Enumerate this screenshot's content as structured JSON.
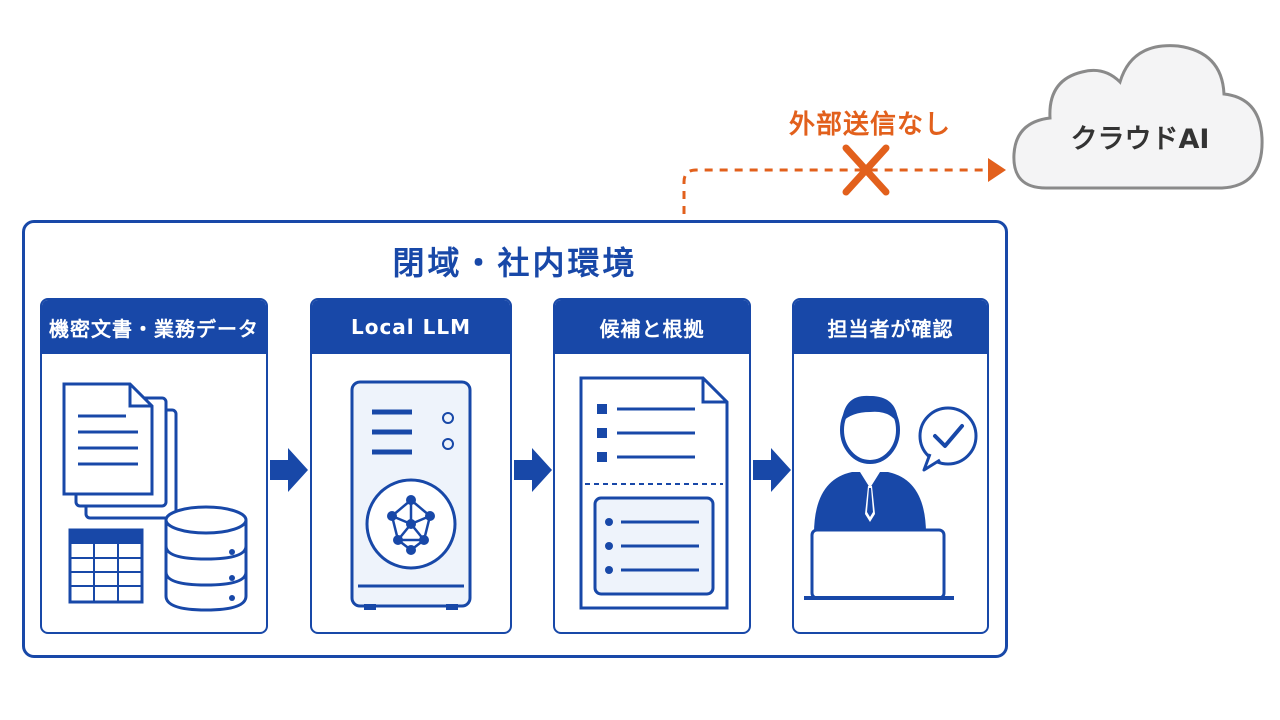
{
  "zone": {
    "title": "閉域・社内環境"
  },
  "steps": [
    {
      "title": "機密文書・業務データ"
    },
    {
      "title": "Local LLM"
    },
    {
      "title": "候補と根拠"
    },
    {
      "title": "担当者が確認"
    }
  ],
  "external": {
    "cloud_label": "クラウドAI",
    "blocked_label": "外部送信なし"
  },
  "colors": {
    "primary": "#1848a8",
    "warning": "#e2601c",
    "cloud_outline": "#8a8a8a",
    "panel_fill": "#eef3fb"
  },
  "icons": [
    "documents-icon",
    "table-icon",
    "database-icon",
    "server-icon",
    "network-icon",
    "checklist-document-icon",
    "person-icon",
    "laptop-icon",
    "check-bubble-icon",
    "cloud-icon",
    "blocked-x-icon",
    "arrow-right-icon"
  ]
}
